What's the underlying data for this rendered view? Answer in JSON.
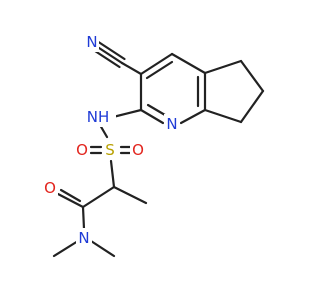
{
  "colors": {
    "bond": "#222222",
    "carbon": "#222222",
    "nitrogen": "#1f3bd6",
    "oxygen": "#e2241d",
    "sulfur": "#b8a000",
    "background": "#ffffff"
  },
  "atoms": {
    "nitrile_n": {
      "text": "N",
      "element": "N"
    },
    "amine_nh": {
      "text": "NH",
      "element": "N"
    },
    "ring_n": {
      "text": "N",
      "element": "N"
    },
    "sulfur": {
      "text": "S",
      "element": "S"
    },
    "sulfonyl_o_left": {
      "text": "O",
      "element": "O"
    },
    "sulfonyl_o_right": {
      "text": "O",
      "element": "O"
    },
    "amide_o": {
      "text": "O",
      "element": "O"
    },
    "amide_n": {
      "text": "N",
      "element": "N"
    }
  }
}
